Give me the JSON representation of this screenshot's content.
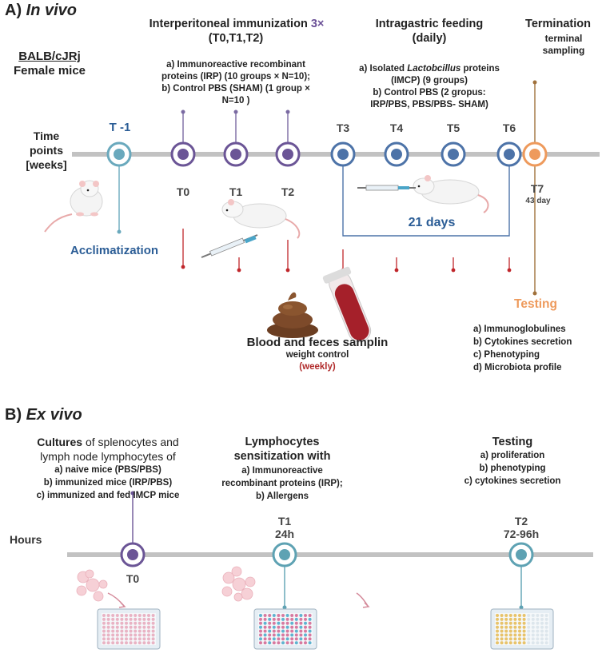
{
  "section_a": {
    "label": "A)",
    "title": "In vivo",
    "mouse_strain": "BALB/cJRj",
    "mouse_sex": "Female mice",
    "timeline_label_1": "Time",
    "timeline_label_2": "points",
    "timeline_label_3": "[weeks]",
    "immunization_title": "Interperitoneal immunization",
    "immunization_times": "3×",
    "immunization_points": "(T0,T1,T2)",
    "immunization_a": "a) Immunoreactive recombinant",
    "immunization_a2": "proteins (IRP) (10 groups × N=10);",
    "immunization_b": "b) Control PBS (SHAM) (1 group ×",
    "immunization_b2": "N=10 )",
    "feeding_title": "Intragastric feeding",
    "feeding_freq": "(daily)",
    "feeding_a_pre": "a) Isolated ",
    "feeding_a_italic": "Lactobcillus",
    "feeding_a_post": " proteins",
    "feeding_a2": "(IMCP) (9 groups)",
    "feeding_b": "b) Control PBS (2 gropus:",
    "feeding_b2": "IRP/PBS, PBS/PBS- SHAM)",
    "termination_title": "Termination",
    "termination_sub1": "terminal",
    "termination_sub2": "sampling",
    "points": [
      "T -1",
      "T0",
      "T1",
      "T2",
      "T3",
      "T4",
      "T5",
      "T6",
      "T7"
    ],
    "t7_day": "43 day",
    "acclimatization": "Acclimatization",
    "feeding_duration": "21 days",
    "sampling_title": "Blood and feces samplin",
    "sampling_sub": "weight control",
    "sampling_freq": "(weekly)",
    "testing_title": "Testing",
    "testing_items": [
      "a) Immunoglobulines",
      "b) Cytokines secretion",
      "c) Phenotyping",
      "d) Microbiota profile"
    ]
  },
  "section_b": {
    "label": "B)",
    "title": "Ex vivo",
    "cultures_bold": "Cultures",
    "cultures_rest": " of splenocytes and",
    "cultures_line2": "lymph node lymphocytes of",
    "cultures_items": [
      "a) naive mice (PBS/PBS)",
      "b) immunized mice (IRP/PBS)",
      "c) immunized and fed IMCP mice"
    ],
    "sens_title1": "Lymphocytes",
    "sens_title2": "sensitization with",
    "sens_items": [
      "a) Immunoreactive",
      "recombinant proteins (IRP);",
      "b) Allergens"
    ],
    "testing_title": "Testing",
    "testing_items": [
      "a) proliferation",
      "b) phenotyping",
      "c) cytokines secretion"
    ],
    "hours_label": "Hours",
    "t0": "T0",
    "t1": "T1",
    "t1_time": "24h",
    "t2": "T2",
    "t2_time": "72-96h"
  },
  "colors": {
    "timeline": "#c2c2c2",
    "acclimatization": "#6aa9bd",
    "immunization": "#6b5596",
    "feeding": "#4d73a8",
    "termination": "#ee9a5c",
    "stem_red": "#c0262b",
    "stem_brown": "#a0713b",
    "exvivo_node": "#5ea2b3"
  },
  "icons": [
    "mouse-icon",
    "syringe-icon",
    "feces-icon",
    "blood-tube-icon",
    "cells-icon",
    "well-plate-icon",
    "arrow-icon"
  ]
}
